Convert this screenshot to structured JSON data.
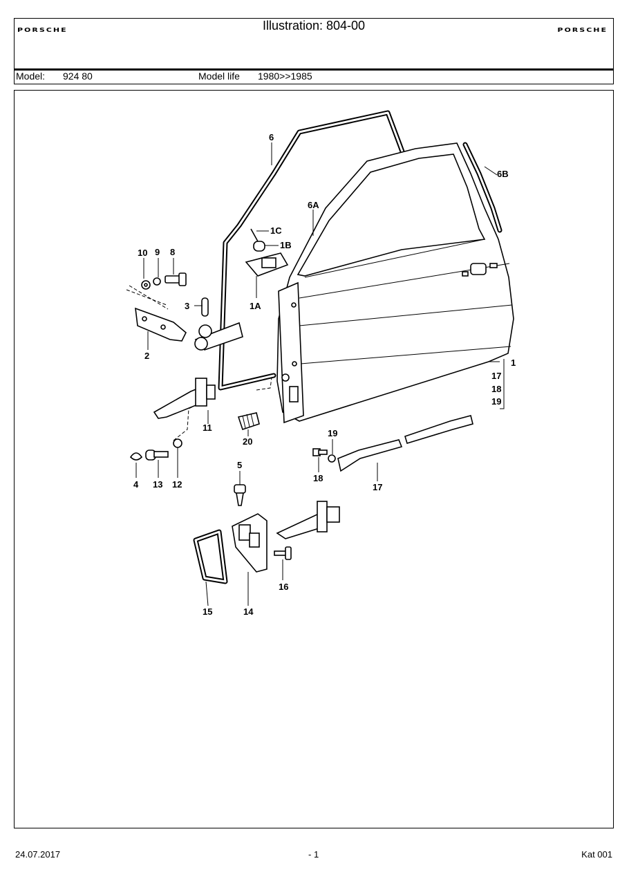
{
  "header": {
    "brand_left": "PORSCHE",
    "brand_right": "PORSCHE",
    "title": "Illustration: 804-00",
    "model_label": "Model:",
    "model_value": "924 80",
    "model_life_label": "Model life",
    "model_life_value": "1980>>1985"
  },
  "diagram": {
    "callouts": {
      "c6": "6",
      "c6b": "6B",
      "c6a": "6A",
      "c1c": "1C",
      "c1b": "1B",
      "c1a": "1A",
      "c10": "10",
      "c9": "9",
      "c8": "8",
      "c3": "3",
      "c2": "2",
      "c1": "1",
      "c17a": "17",
      "c18a": "18",
      "c19a": "19",
      "c11": "11",
      "c20": "20",
      "c4": "4",
      "c13": "13",
      "c12": "12",
      "c5": "5",
      "c19b": "19",
      "c18b": "18",
      "c17b": "17",
      "c16": "16",
      "c15": "15",
      "c14": "14"
    }
  },
  "footer": {
    "date": "24.07.2017",
    "page": "- 1",
    "catalog": "Kat 001"
  }
}
